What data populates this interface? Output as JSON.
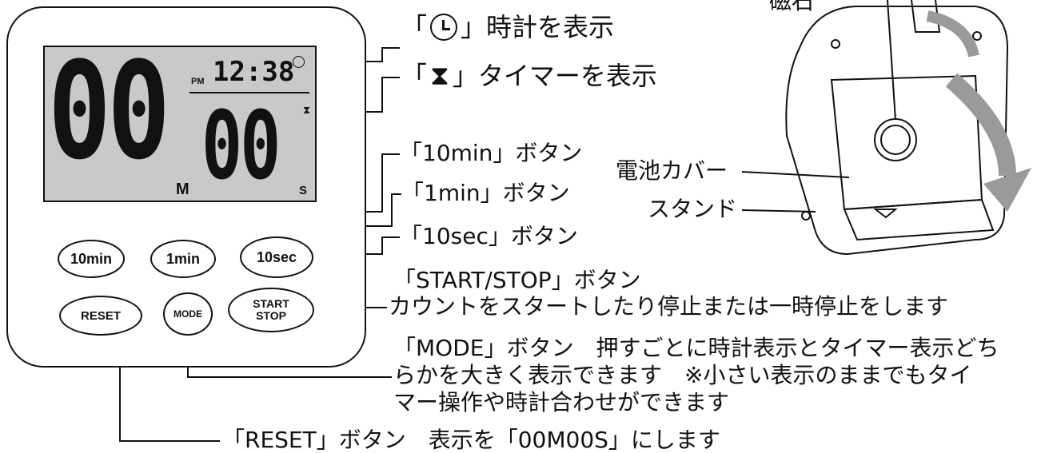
{
  "device": {
    "lcd": {
      "clock_pm": "PM",
      "clock_time": "12:38",
      "timer_minutes": "00",
      "timer_seconds": "00",
      "minute_unit": "M",
      "second_unit": "S"
    },
    "buttons": {
      "ten_min": "10min",
      "one_min": "1min",
      "ten_sec": "10sec",
      "reset": "RESET",
      "mode": "MODE",
      "start_line1": "START",
      "start_line2": "STOP"
    }
  },
  "annotations": {
    "clock_icon": {
      "open": "「",
      "close": "」時計を表示"
    },
    "timer_icon": {
      "open": "「",
      "close": "」タイマーを表示"
    },
    "ten_min": "「10min」ボタン",
    "one_min": "「1min」ボタン",
    "ten_sec": "「10sec」ボタン",
    "start_title": "「START/STOP」ボタン",
    "start_desc": "カウントをスタートしたり停止または一時停止をします",
    "mode_line1": "「MODE」ボタン　押すごとに時計表示とタイマー表示どち",
    "mode_line2": "らかを大きく表示できます　※小さい表示のままでもタイ",
    "mode_line3": "マー操作や時計合わせができます",
    "reset": "「RESET」ボタン　表示を「00M00S」にします"
  },
  "back": {
    "magnet": "磁石",
    "battery_cover": "電池カバー",
    "stand": "スタンド"
  },
  "colors": {
    "lcd": "#c9c9c9",
    "ink": "#111111",
    "arrow": "#9a9a9a"
  }
}
